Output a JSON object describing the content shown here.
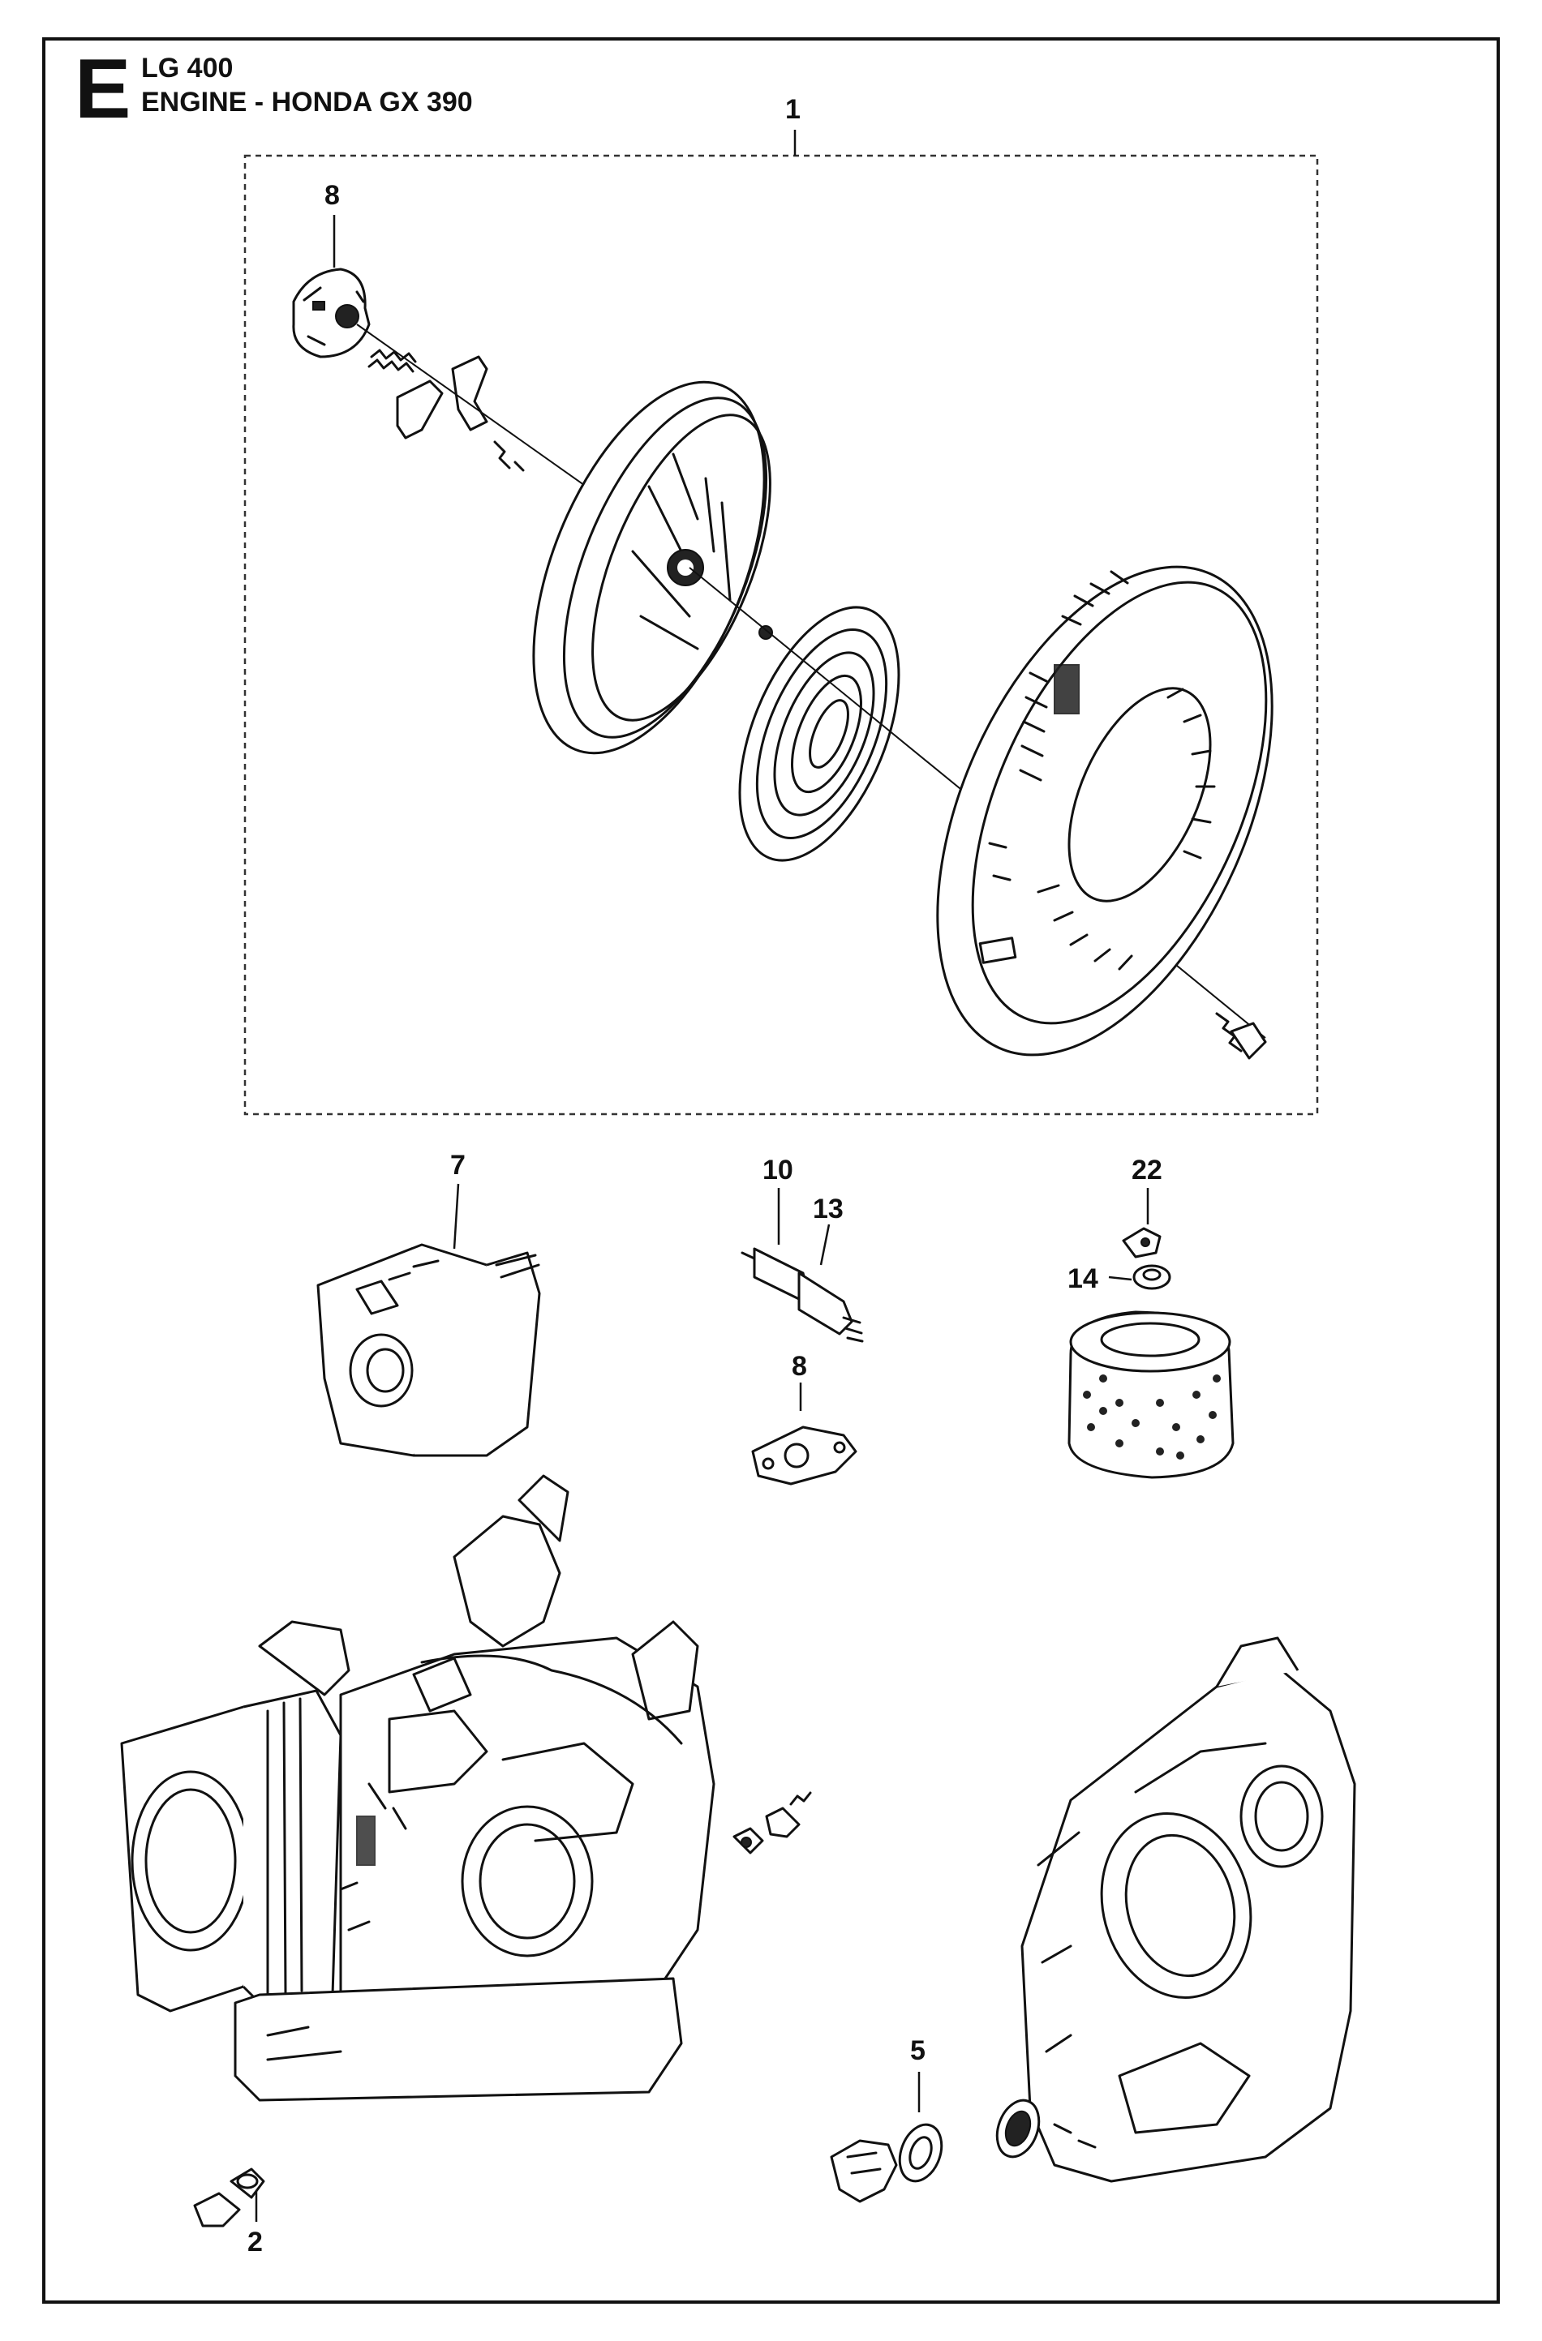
{
  "header": {
    "section_letter": "E",
    "model": "LG 400",
    "title": "ENGINE - HONDA GX 390"
  },
  "callouts": {
    "c1": "1",
    "c8_starter": "8",
    "c7": "7",
    "c10": "10",
    "c13": "13",
    "c8_gasket": "8",
    "c22": "22",
    "c14": "14",
    "c5": "5",
    "c2": "2"
  }
}
